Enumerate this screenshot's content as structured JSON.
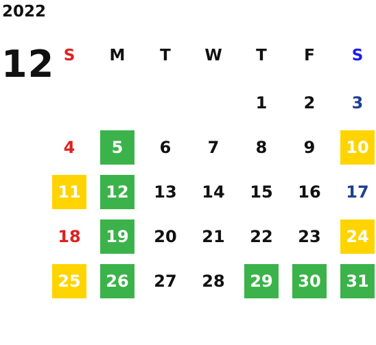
{
  "calendar": {
    "year": "2022",
    "month": "12",
    "weekdays": [
      "S",
      "M",
      "T",
      "W",
      "T",
      "F",
      "S"
    ],
    "highlight_colors": {
      "green": "#3bb34a",
      "yellow": "#ffd400"
    },
    "weeks": [
      [
        "",
        "",
        "",
        "",
        "1",
        "2",
        "3"
      ],
      [
        "4",
        "5",
        "6",
        "7",
        "8",
        "9",
        "10"
      ],
      [
        "11",
        "12",
        "13",
        "14",
        "15",
        "16",
        "17"
      ],
      [
        "18",
        "19",
        "20",
        "21",
        "22",
        "23",
        "24"
      ],
      [
        "25",
        "26",
        "27",
        "28",
        "29",
        "30",
        "31"
      ]
    ],
    "highlights": {
      "green": [
        "5",
        "12",
        "19",
        "26",
        "29",
        "30",
        "31"
      ],
      "yellow": [
        "10",
        "11",
        "24",
        "25"
      ]
    }
  }
}
